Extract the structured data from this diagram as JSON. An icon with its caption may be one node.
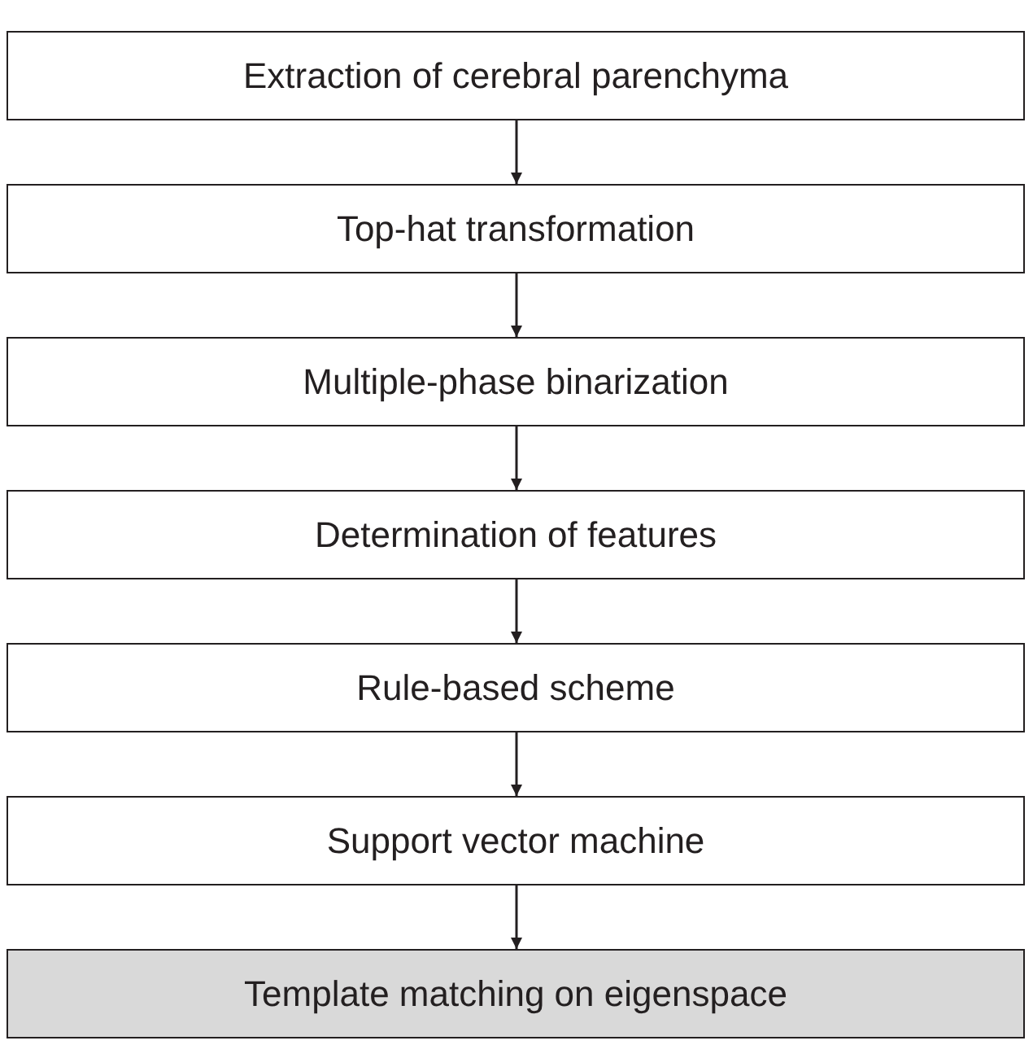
{
  "diagram": {
    "nodes": [
      {
        "text": [
          "Extraction of cerebral parenchyma"
        ]
      },
      {
        "text": [
          "Top-hat transformation"
        ]
      },
      {
        "text": [
          "Multiple-phase binarization"
        ]
      },
      {
        "text": [
          "Determination of features"
        ]
      },
      {
        "text": [
          "Rule-based scheme"
        ]
      },
      {
        "text": [
          "Support vector machine"
        ]
      },
      {
        "text": [
          "Template matching on eigenspace"
        ]
      }
    ],
    "edges": [
      {
        "from": 0,
        "to": 1,
        "arrow": "to"
      },
      {
        "from": 1,
        "to": 2,
        "arrow": "to"
      },
      {
        "from": 2,
        "to": 3,
        "arrow": "to"
      },
      {
        "from": 3,
        "to": 4,
        "arrow": "to"
      },
      {
        "from": 4,
        "to": 5,
        "arrow": "to"
      },
      {
        "from": 5,
        "to": 6,
        "arrow": "to"
      }
    ]
  }
}
